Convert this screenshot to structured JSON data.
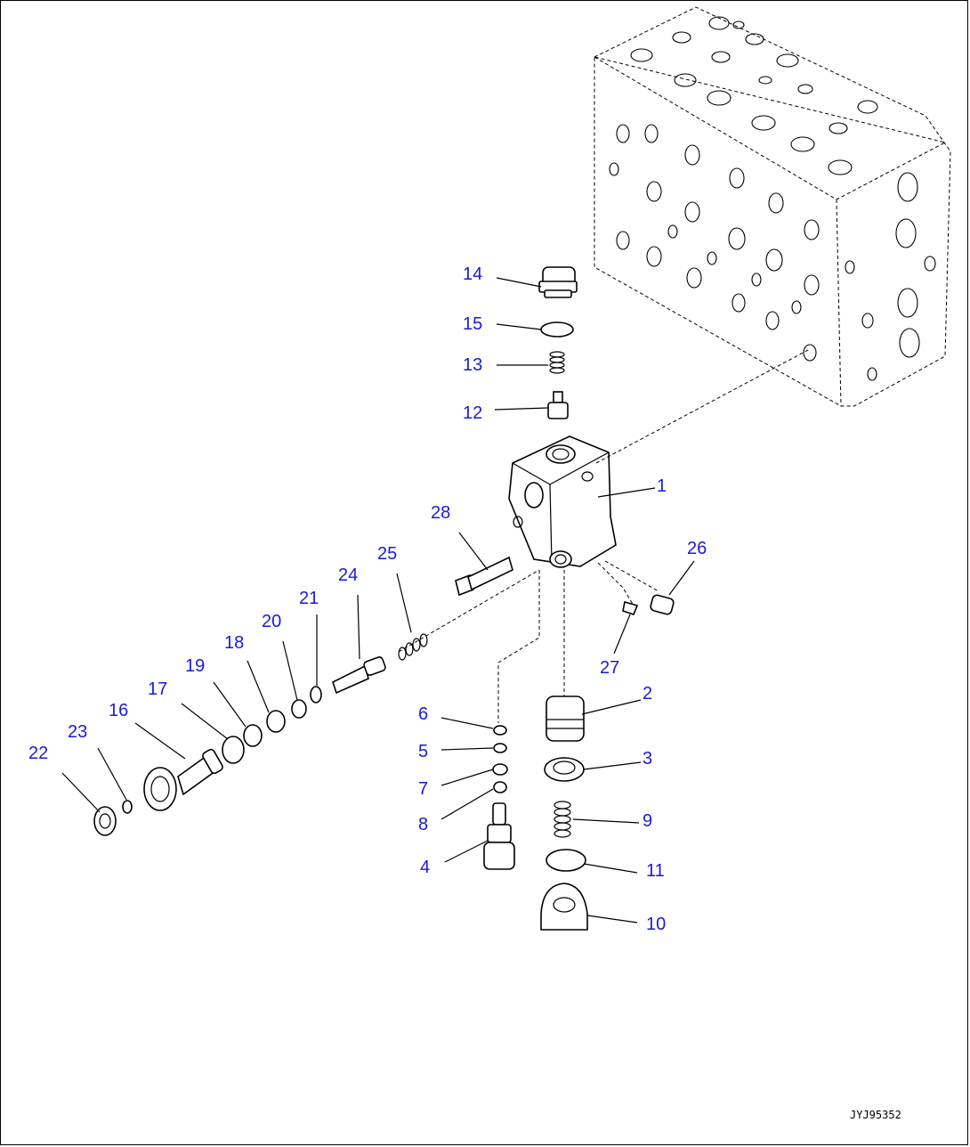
{
  "diagram": {
    "reference_code": "JYJ95352",
    "callouts": [
      "1",
      "2",
      "3",
      "4",
      "5",
      "6",
      "7",
      "8",
      "9",
      "10",
      "11",
      "12",
      "13",
      "14",
      "15",
      "16",
      "17",
      "18",
      "19",
      "20",
      "21",
      "22",
      "23",
      "24",
      "25",
      "26",
      "27",
      "28"
    ]
  },
  "colors": {
    "callout": "#1a1adc",
    "line": "#000000",
    "background": "#ffffff"
  }
}
